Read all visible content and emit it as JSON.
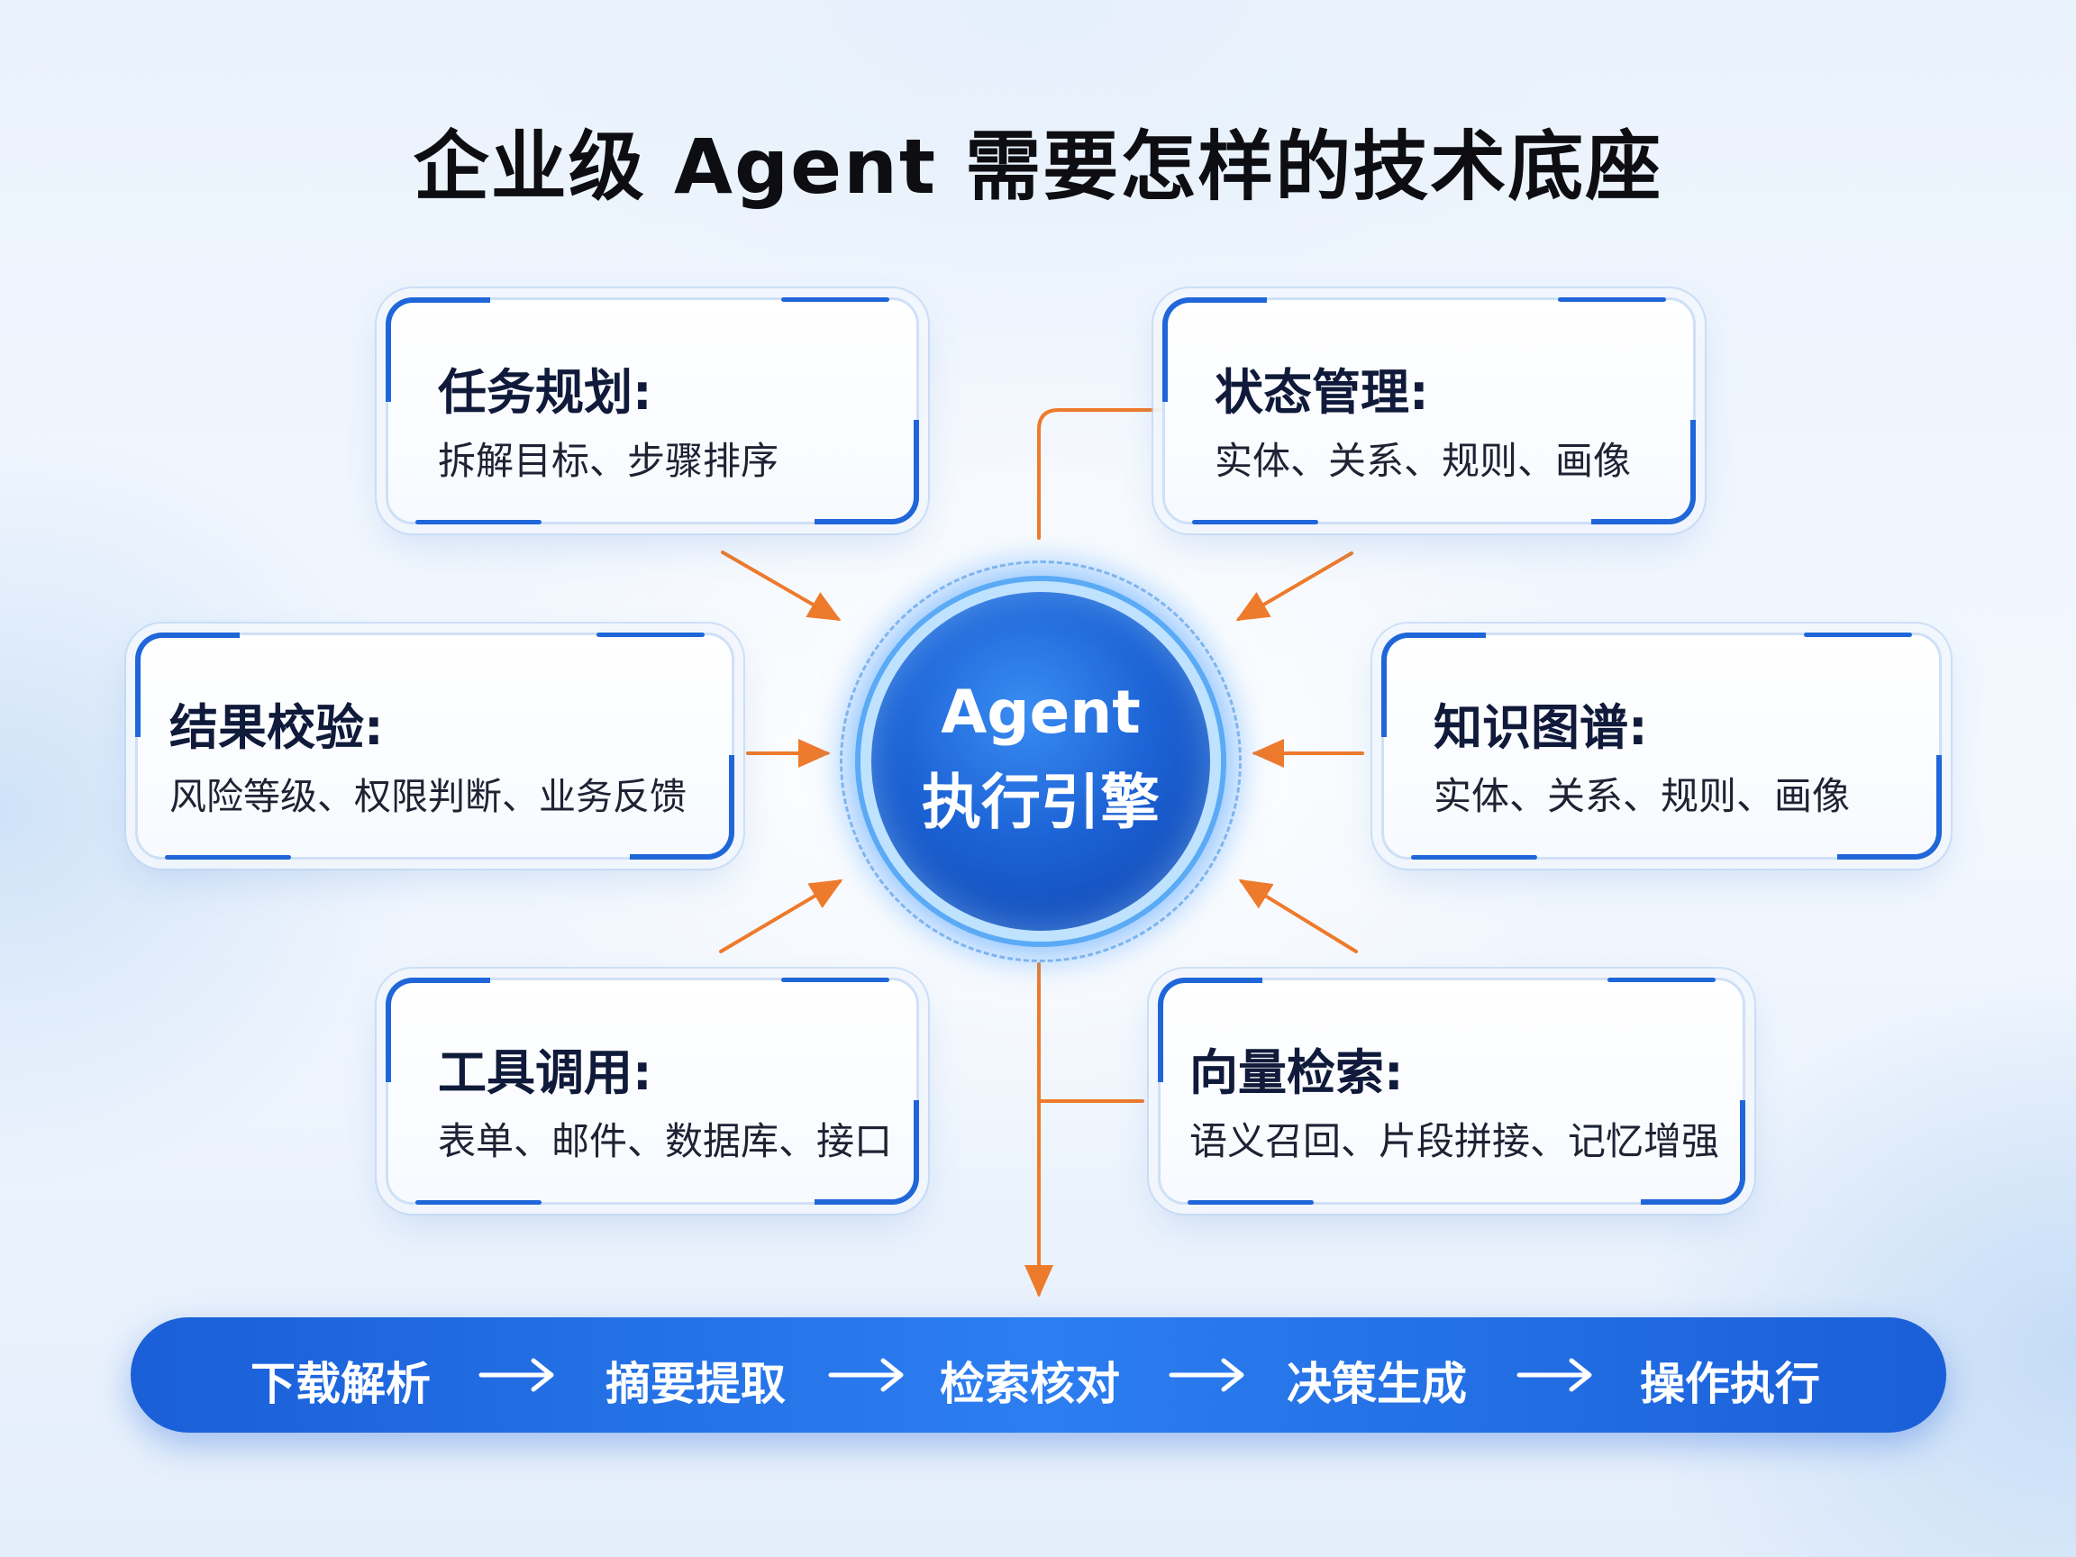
{
  "title": "企业级 Agent 需要怎样的技术底座",
  "hub": {
    "line1": "Agent",
    "line2": "执行引擎"
  },
  "cards": {
    "task_planning": {
      "title": "任务规划:",
      "desc": "拆解目标、步骤排序"
    },
    "state_management": {
      "title": "状态管理:",
      "desc": "实体、关系、规则、画像"
    },
    "result_verification": {
      "title": "结果校验:",
      "desc": "风险等级、权限判断、业务反馈"
    },
    "knowledge_graph": {
      "title": "知识图谱:",
      "desc": "实体、关系、规则、画像"
    },
    "tool_invocation": {
      "title": "工具调用:",
      "desc": "表单、邮件、数据库、接口"
    },
    "vector_retrieval": {
      "title": "向量检索:",
      "desc": "语义召回、片段拼接、记忆增强"
    }
  },
  "pipeline": {
    "steps": [
      "下载解析",
      "摘要提取",
      "检索核对",
      "决策生成",
      "操作执行"
    ]
  },
  "colors": {
    "accent_blue": "#1f66d9",
    "connector_orange": "#ee7a2c",
    "hub_blue": "#1c63d6",
    "title_text": "#0d0d12"
  },
  "icons": {
    "pipeline_arrow": "long-right-arrow-icon"
  }
}
